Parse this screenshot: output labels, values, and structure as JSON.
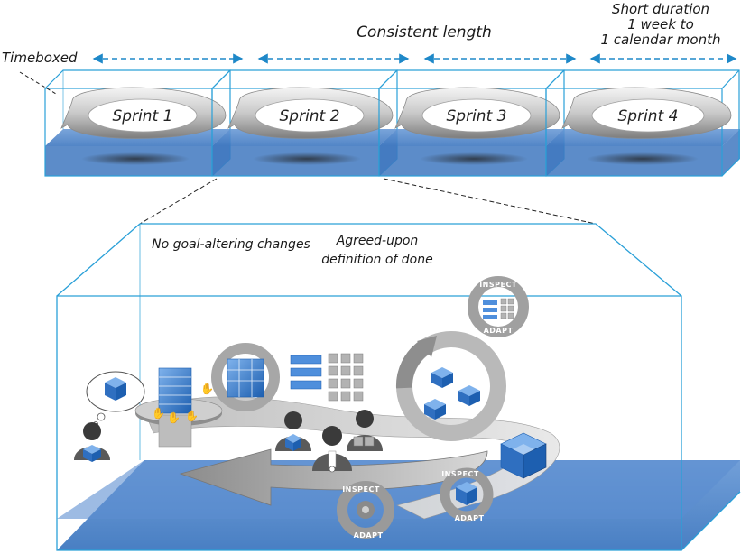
{
  "annotations": {
    "timeboxed": "Timeboxed",
    "consistent_length": "Consistent length",
    "short_duration_lines": [
      "Short duration",
      "1 week to",
      "1 calendar month"
    ],
    "no_goal_altering": "No goal-altering changes",
    "agreed_upon_lines": [
      "Agreed-upon",
      "definition of done"
    ]
  },
  "sprints": [
    {
      "label": "Sprint 1"
    },
    {
      "label": "Sprint 2"
    },
    {
      "label": "Sprint 3"
    },
    {
      "label": "Sprint 4"
    }
  ],
  "cycle_rings": {
    "inspect": "INSPECT",
    "adapt": "ADAPT"
  },
  "colors": {
    "box_line": "#2aa0d8",
    "floor_blue": "#4a86c8",
    "arrow_dash": "#1e88c8",
    "ring_gray": "#9a9a9a",
    "accent_blue": "#2f6fc0"
  }
}
